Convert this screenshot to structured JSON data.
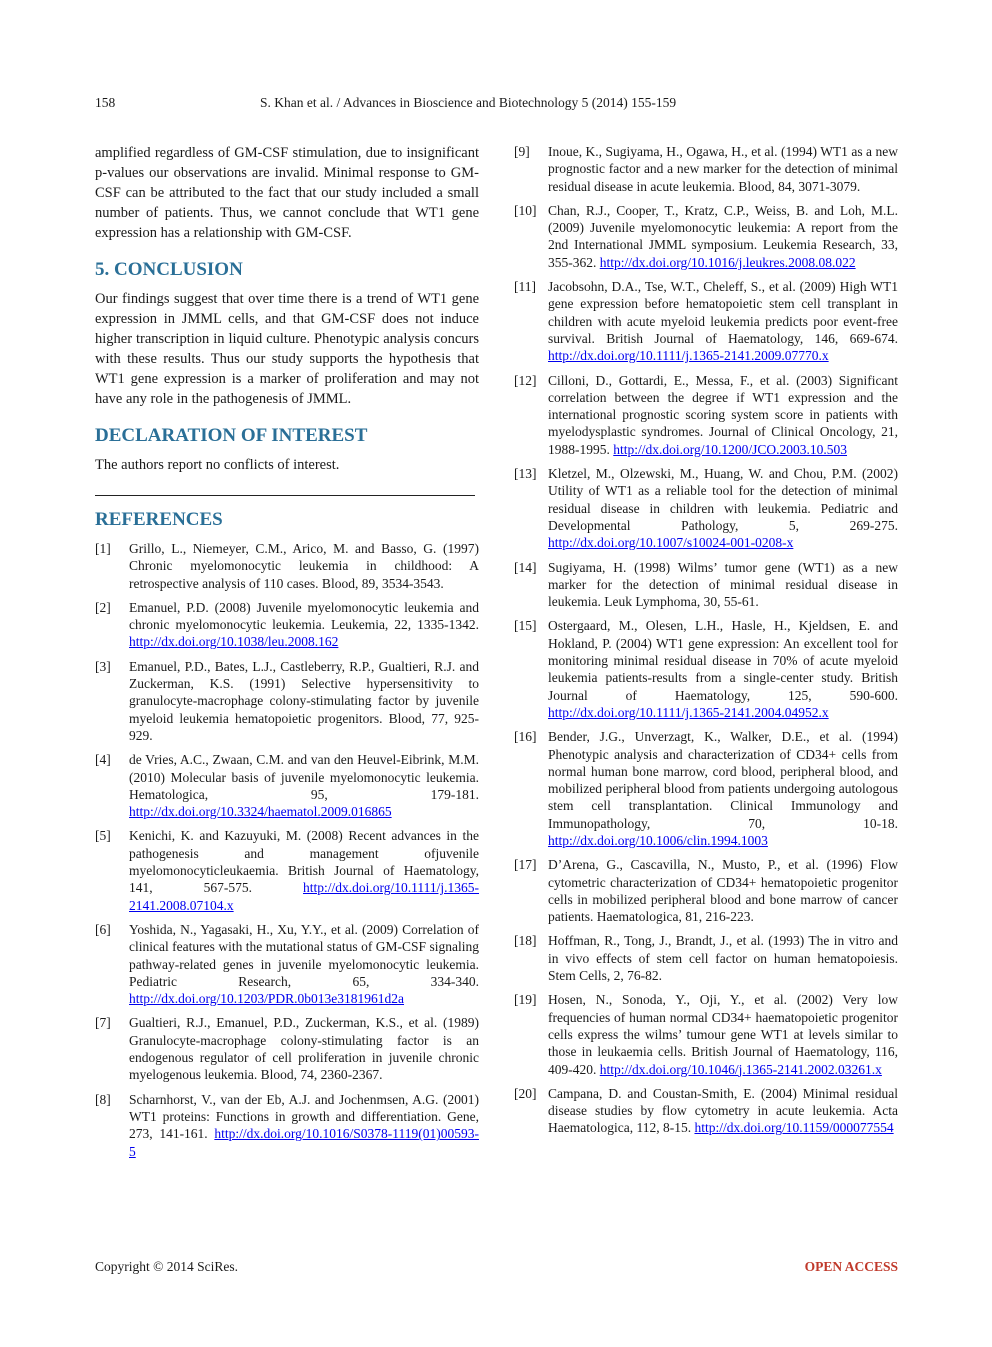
{
  "header": {
    "page_number": "158",
    "running_title": "S. Khan et al. / Advances in Bioscience and Biotechnology 5 (2014) 155-159"
  },
  "left": {
    "intro_paragraph": "amplified regardless of GM-CSF stimulation, due to insignificant p-values our observations are invalid. Minimal response to GM-CSF can be attributed to the fact that our study included a small number of patients. Thus, we cannot conclude that WT1 gene expression has a relationship with GM-CSF.",
    "conclusion_heading": "5. CONCLUSION",
    "conclusion_paragraph": "Our findings suggest that over time there is a trend of WT1 gene expression in JMML cells, and that GM-CSF does not induce higher transcription in liquid culture. Phenotypic analysis concurs with these results. Thus our study supports the hypothesis that WT1 gene expression is a marker of proliferation and may not have any role in the pathogenesis of JMML.",
    "declaration_heading": "DECLARATION OF INTEREST",
    "declaration_text": "The authors report no conflicts of interest.",
    "references_heading": "REFERENCES"
  },
  "references": [
    {
      "num": "[1]",
      "text": "Grillo, L., Niemeyer, C.M., Arico, M. and Basso, G. (1997) Chronic myelomonocytic leukemia in childhood: A retrospective analysis of 110 cases. Blood, 89, 3534-3543.",
      "doi": ""
    },
    {
      "num": "[2]",
      "text": "Emanuel, P.D. (2008) Juvenile myelomonocytic leukemia and chronic myelomonocytic leukemia. Leukemia, 22, 1335-1342.",
      "doi": "http://dx.doi.org/10.1038/leu.2008.162"
    },
    {
      "num": "[3]",
      "text": "Emanuel, P.D., Bates, L.J., Castleberry, R.P., Gualtieri, R.J. and Zuckerman, K.S. (1991) Selective hypersensitivity to granulocyte-macrophage colony-stimulating factor by juvenile myeloid leukemia hematopoietic progenitors. Blood, 77, 925-929.",
      "doi": ""
    },
    {
      "num": "[4]",
      "text": "de Vries, A.C., Zwaan, C.M. and van den Heuvel-Eibrink, M.M. (2010) Molecular basis of juvenile myelomonocytic leukemia. Hematologica, 95, 179-181.",
      "doi": "http://dx.doi.org/10.3324/haematol.2009.016865"
    },
    {
      "num": "[5]",
      "text": "Kenichi, K. and Kazuyuki, M. (2008) Recent advances in the pathogenesis and management ofjuvenile myelomonocyticleukaemia. British Journal of Haematology, 141, 567-575.",
      "doi": "http://dx.doi.org/10.1111/j.1365-2141.2008.07104.x"
    },
    {
      "num": "[6]",
      "text": "Yoshida, N., Yagasaki, H., Xu, Y.Y., et al. (2009) Correlation of clinical features with the mutational status of GM-CSF signaling pathway-related genes in juvenile myelomonocytic leukemia. Pediatric Research, 65, 334-340.",
      "doi": "http://dx.doi.org/10.1203/PDR.0b013e3181961d2a"
    },
    {
      "num": "[7]",
      "text": "Gualtieri, R.J., Emanuel, P.D., Zuckerman, K.S., et al. (1989) Granulocyte-macrophage colony-stimulating factor is an endogenous regulator of cell proliferation in juvenile chronic myelogenous leukemia. Blood, 74, 2360-2367.",
      "doi": ""
    },
    {
      "num": "[8]",
      "text": "Scharnhorst, V., van der Eb, A.J. and Jochenmsen, A.G. (2001) WT1 proteins: Functions in growth and differentiation. Gene, 273, 141-161.",
      "doi": "http://dx.doi.org/10.1016/S0378-1119(01)00593-5"
    },
    {
      "num": "[9]",
      "text": "Inoue, K., Sugiyama, H., Ogawa, H., et al. (1994) WT1 as a new prognostic factor and a new marker for the detection of minimal residual disease in acute leukemia. Blood, 84, 3071-3079.",
      "doi": ""
    },
    {
      "num": "[10]",
      "text": "Chan, R.J., Cooper, T., Kratz, C.P., Weiss, B. and Loh, M.L. (2009) Juvenile myelomonocytic leukemia: A report from the 2nd International JMML symposium. Leukemia Research, 33, 355-362.",
      "doi": "http://dx.doi.org/10.1016/j.leukres.2008.08.022"
    },
    {
      "num": "[11]",
      "text": "Jacobsohn, D.A., Tse, W.T., Cheleff, S., et al. (2009) High WT1 gene expression before hematopoietic stem cell transplant in children with acute myeloid leukemia predicts poor event-free survival. British Journal of Haematology, 146, 669-674.",
      "doi": "http://dx.doi.org/10.1111/j.1365-2141.2009.07770.x"
    },
    {
      "num": "[12]",
      "text": "Cilloni, D., Gottardi, E., Messa, F., et al. (2003) Significant correlation between the degree if WT1 expression and the international prognostic scoring system score in patients with myelodysplastic syndromes. Journal of Clinical Oncology, 21, 1988-1995.",
      "doi": "http://dx.doi.org/10.1200/JCO.2003.10.503"
    },
    {
      "num": "[13]",
      "text": "Kletzel, M., Olzewski, M., Huang, W. and Chou, P.M. (2002) Utility of WT1 as a reliable tool for the detection of minimal residual disease in children with leukemia. Pediatric and Developmental Pathology, 5, 269-275.",
      "doi": "http://dx.doi.org/10.1007/s10024-001-0208-x"
    },
    {
      "num": "[14]",
      "text": "Sugiyama, H. (1998) Wilms’ tumor gene (WT1) as a new marker for the detection of minimal residual disease in leukemia. Leuk Lymphoma, 30, 55-61.",
      "doi": ""
    },
    {
      "num": "[15]",
      "text": "Ostergaard, M., Olesen, L.H., Hasle, H., Kjeldsen, E. and Hokland, P. (2004) WT1 gene expression: An excellent tool for monitoring minimal residual disease in 70% of acute myeloid leukemia patients-results from a single-center study. British Journal of Haematology, 125, 590-600.",
      "doi": "http://dx.doi.org/10.1111/j.1365-2141.2004.04952.x"
    },
    {
      "num": "[16]",
      "text": "Bender, J.G., Unverzagt, K., Walker, D.E., et al. (1994) Phenotypic analysis and characterization of CD34+ cells from normal human bone marrow, cord blood, peripheral blood, and mobilized peripheral blood from patients undergoing autologous stem cell transplantation. Clinical Immunology and Immunopathology, 70, 10-18.",
      "doi": "http://dx.doi.org/10.1006/clin.1994.1003"
    },
    {
      "num": "[17]",
      "text": "D’Arena, G., Cascavilla, N., Musto, P., et al. (1996) Flow cytometric characterization of CD34+ hematopoietic progenitor cells in mobilized peripheral blood and bone marrow of cancer patients. Haematologica, 81, 216-223.",
      "doi": ""
    },
    {
      "num": "[18]",
      "text": "Hoffman, R., Tong, J., Brandt, J., et al. (1993) The in vitro and in vivo effects of stem cell factor on human hematopoiesis. Stem Cells, 2, 76-82.",
      "doi": ""
    },
    {
      "num": "[19]",
      "text": "Hosen, N., Sonoda, Y., Oji, Y., et al. (2002) Very low frequencies of human normal CD34+ haematopoietic progenitor cells express the wilms’ tumour gene WT1 at levels similar to those in leukaemia cells. British Journal of Haematology, 116, 409-420.",
      "doi": "http://dx.doi.org/10.1046/j.1365-2141.2002.03261.x"
    },
    {
      "num": "[20]",
      "text": "Campana, D. and Coustan-Smith, E. (2004) Minimal residual disease studies by flow cytometry in acute leukemia. Acta Haematologica, 112, 8-15.",
      "doi": "http://dx.doi.org/10.1159/000077554"
    }
  ],
  "footer": {
    "copyright": "Copyright © 2014 SciRes.",
    "open_access": "OPEN ACCESS"
  }
}
